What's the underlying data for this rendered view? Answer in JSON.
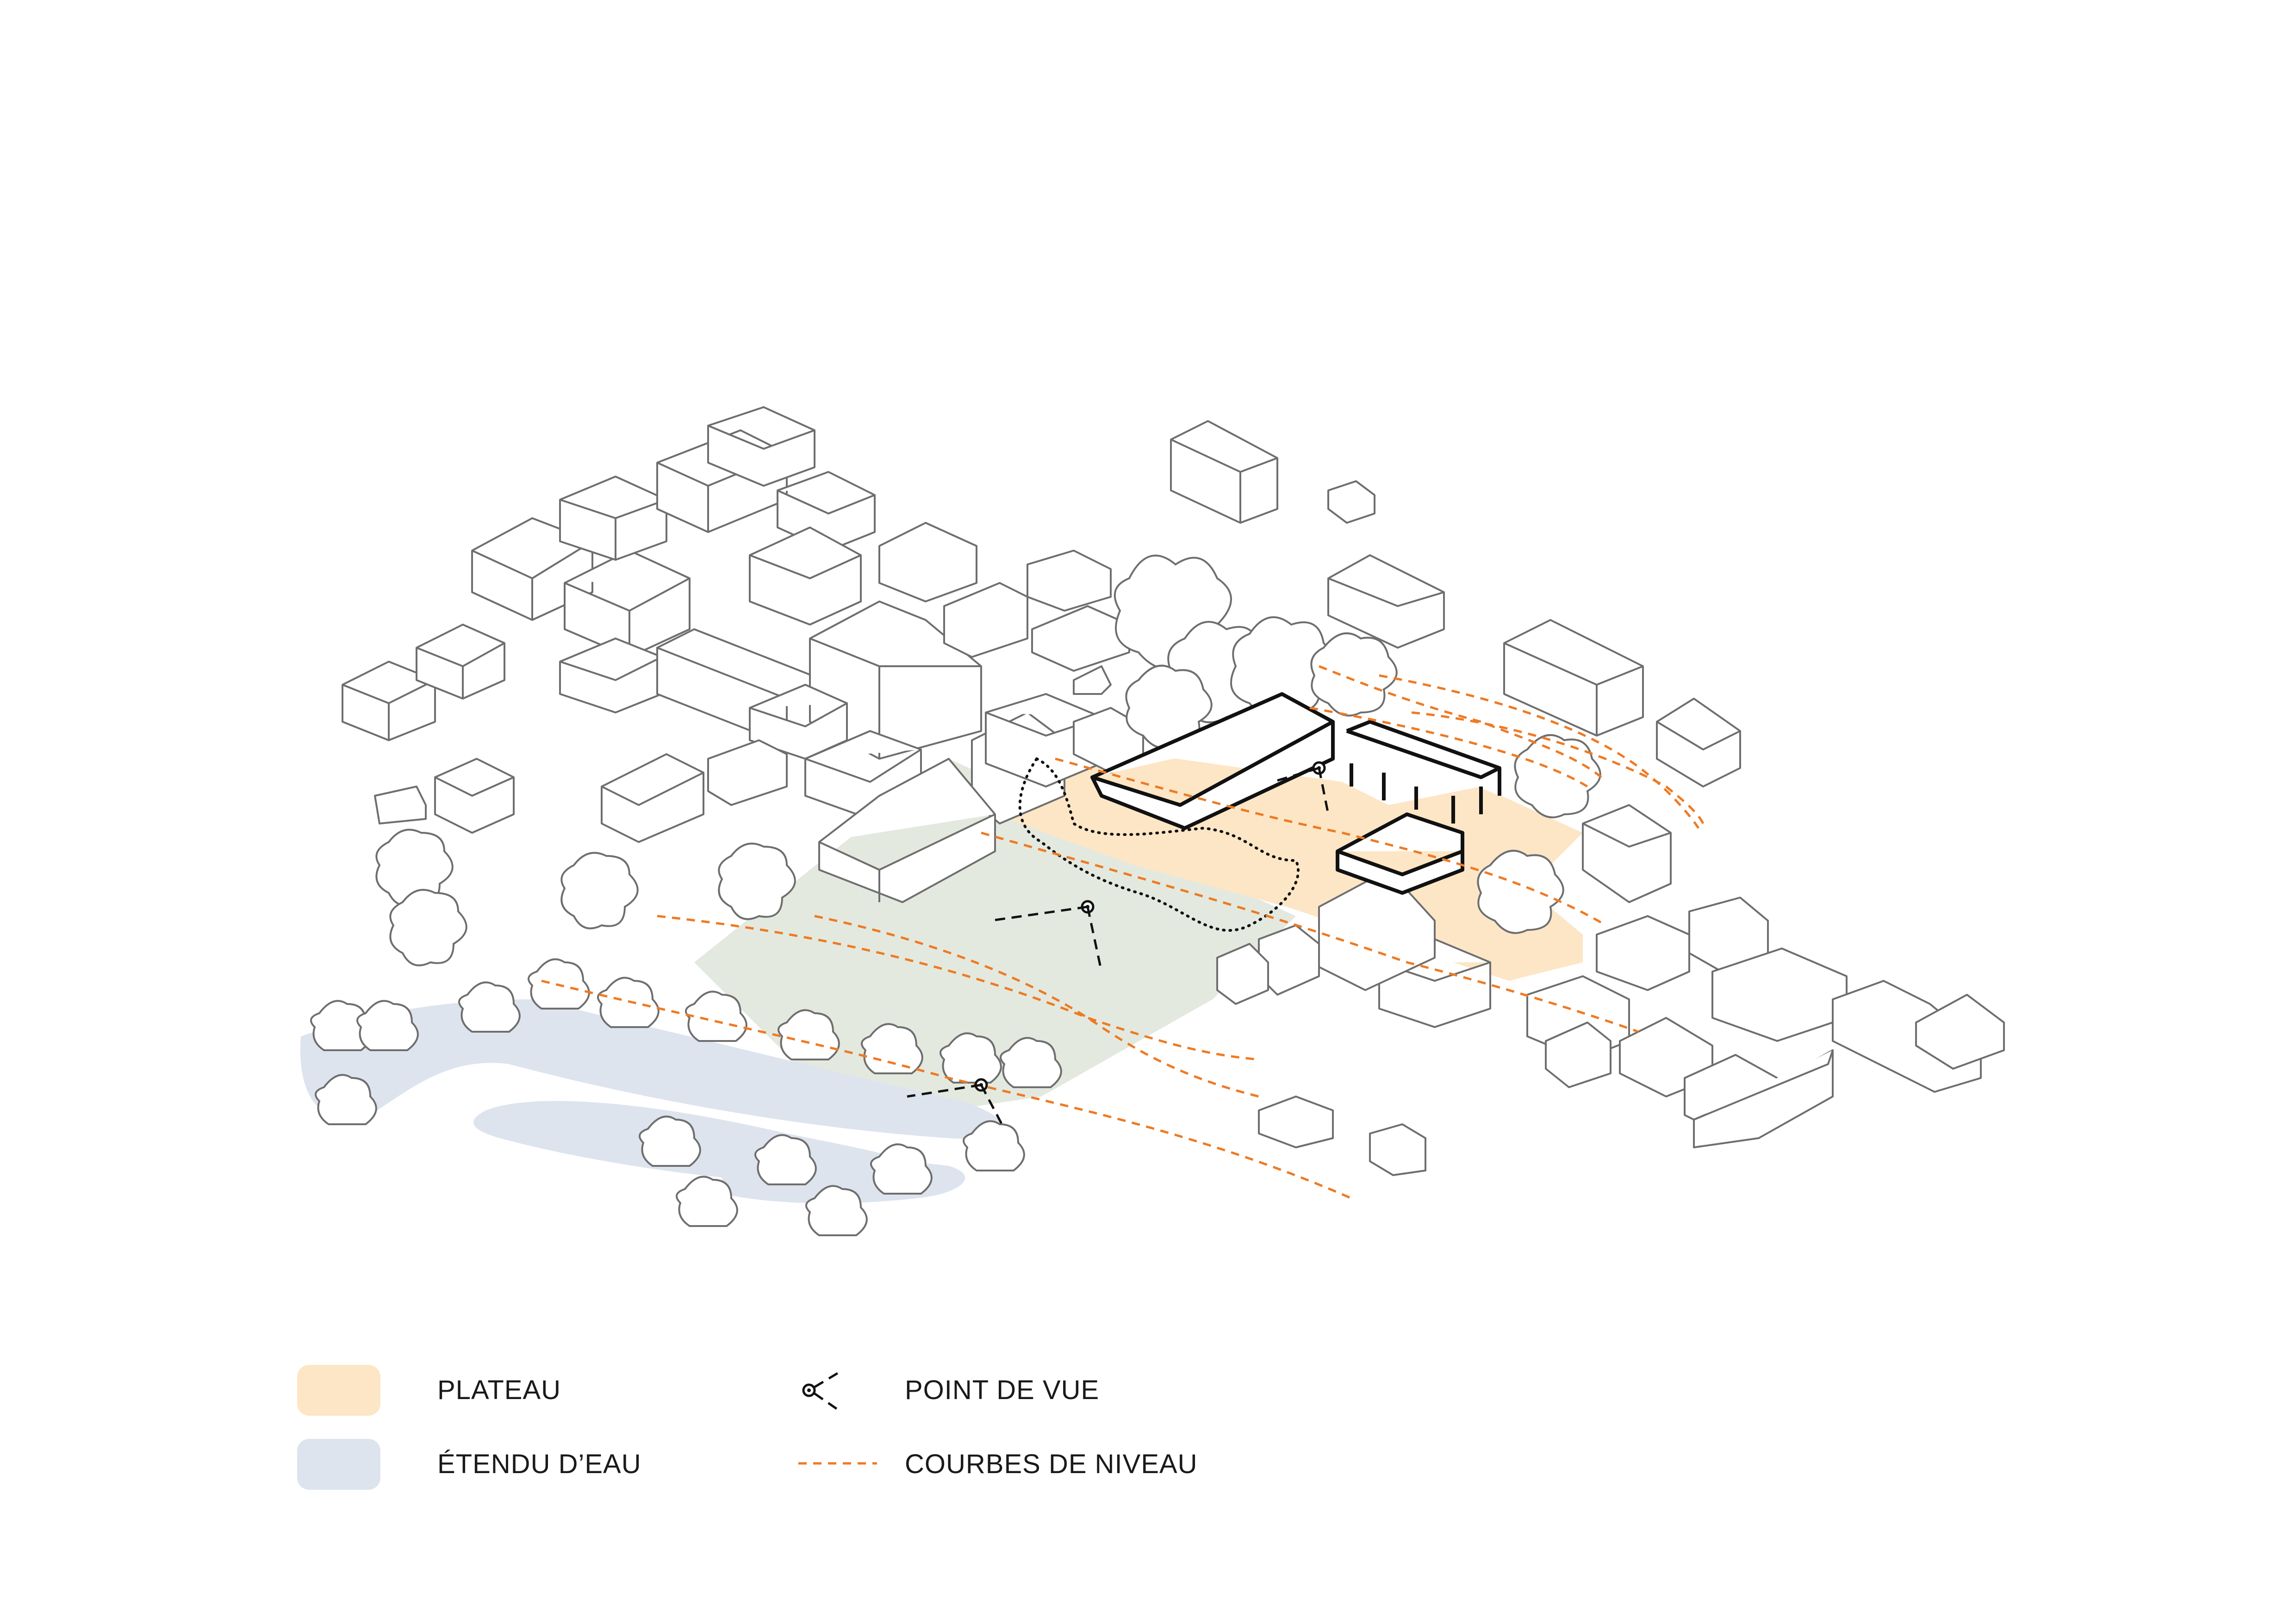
{
  "colors": {
    "plateau": "#fde6c6",
    "water": "#dde4ee",
    "green_zone": "#e3e9df",
    "contour": "#ee7a23",
    "line": "#6e6e6e",
    "main_building": "#111111"
  },
  "legend": {
    "plateau_label": "PLATEAU",
    "water_label": "ÉTENDU D’EAU",
    "viewpoint_label": "POINT DE VUE",
    "contour_label": "COURBES DE NIVEAU"
  },
  "icons": [
    "viewpoint-icon",
    "contour-line-icon"
  ]
}
